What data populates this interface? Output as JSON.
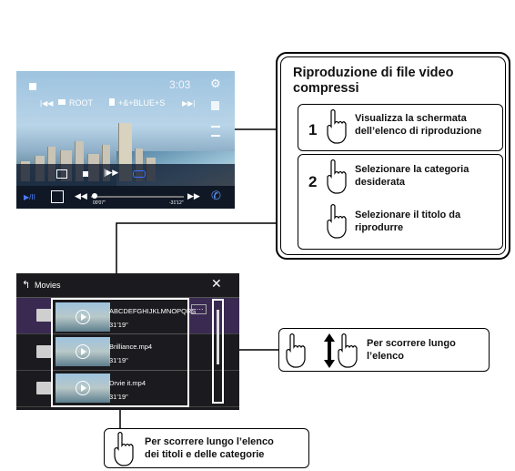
{
  "player": {
    "folder": "ROOT",
    "track": "+&+BLUE+S",
    "clock": "3:03",
    "time_elapsed": "00'07\"",
    "time_remaining": "-31'12\""
  },
  "info": {
    "title_line1": "Riproduzione di file video",
    "title_line2": "compressi",
    "step1_num": "1",
    "step1_line1": "Visualizza la schermata",
    "step1_line2": "dell’elenco di riproduzione",
    "step2_num": "2",
    "step2a_line1": "Selezionare la categoria",
    "step2a_line2": "desiderata",
    "step2b_line1": "Selezionare il titolo da",
    "step2b_line2": "riprodurre"
  },
  "list": {
    "title": "Movies",
    "more": "····",
    "items": [
      {
        "name": "ABCDEFGHIJKLMNOPQRS",
        "duration": "31'19\""
      },
      {
        "name": "Brilliance.mp4",
        "duration": "31'19\""
      },
      {
        "name": "Drvie it.mp4",
        "duration": "31'19\""
      }
    ]
  },
  "callout_scroll": {
    "line1": "Per scorrere lungo",
    "line2": "l’elenco"
  },
  "callout_titles": {
    "line1": "Per scorrere lungo l’elenco",
    "line2": "dei titoli e delle categorie"
  }
}
